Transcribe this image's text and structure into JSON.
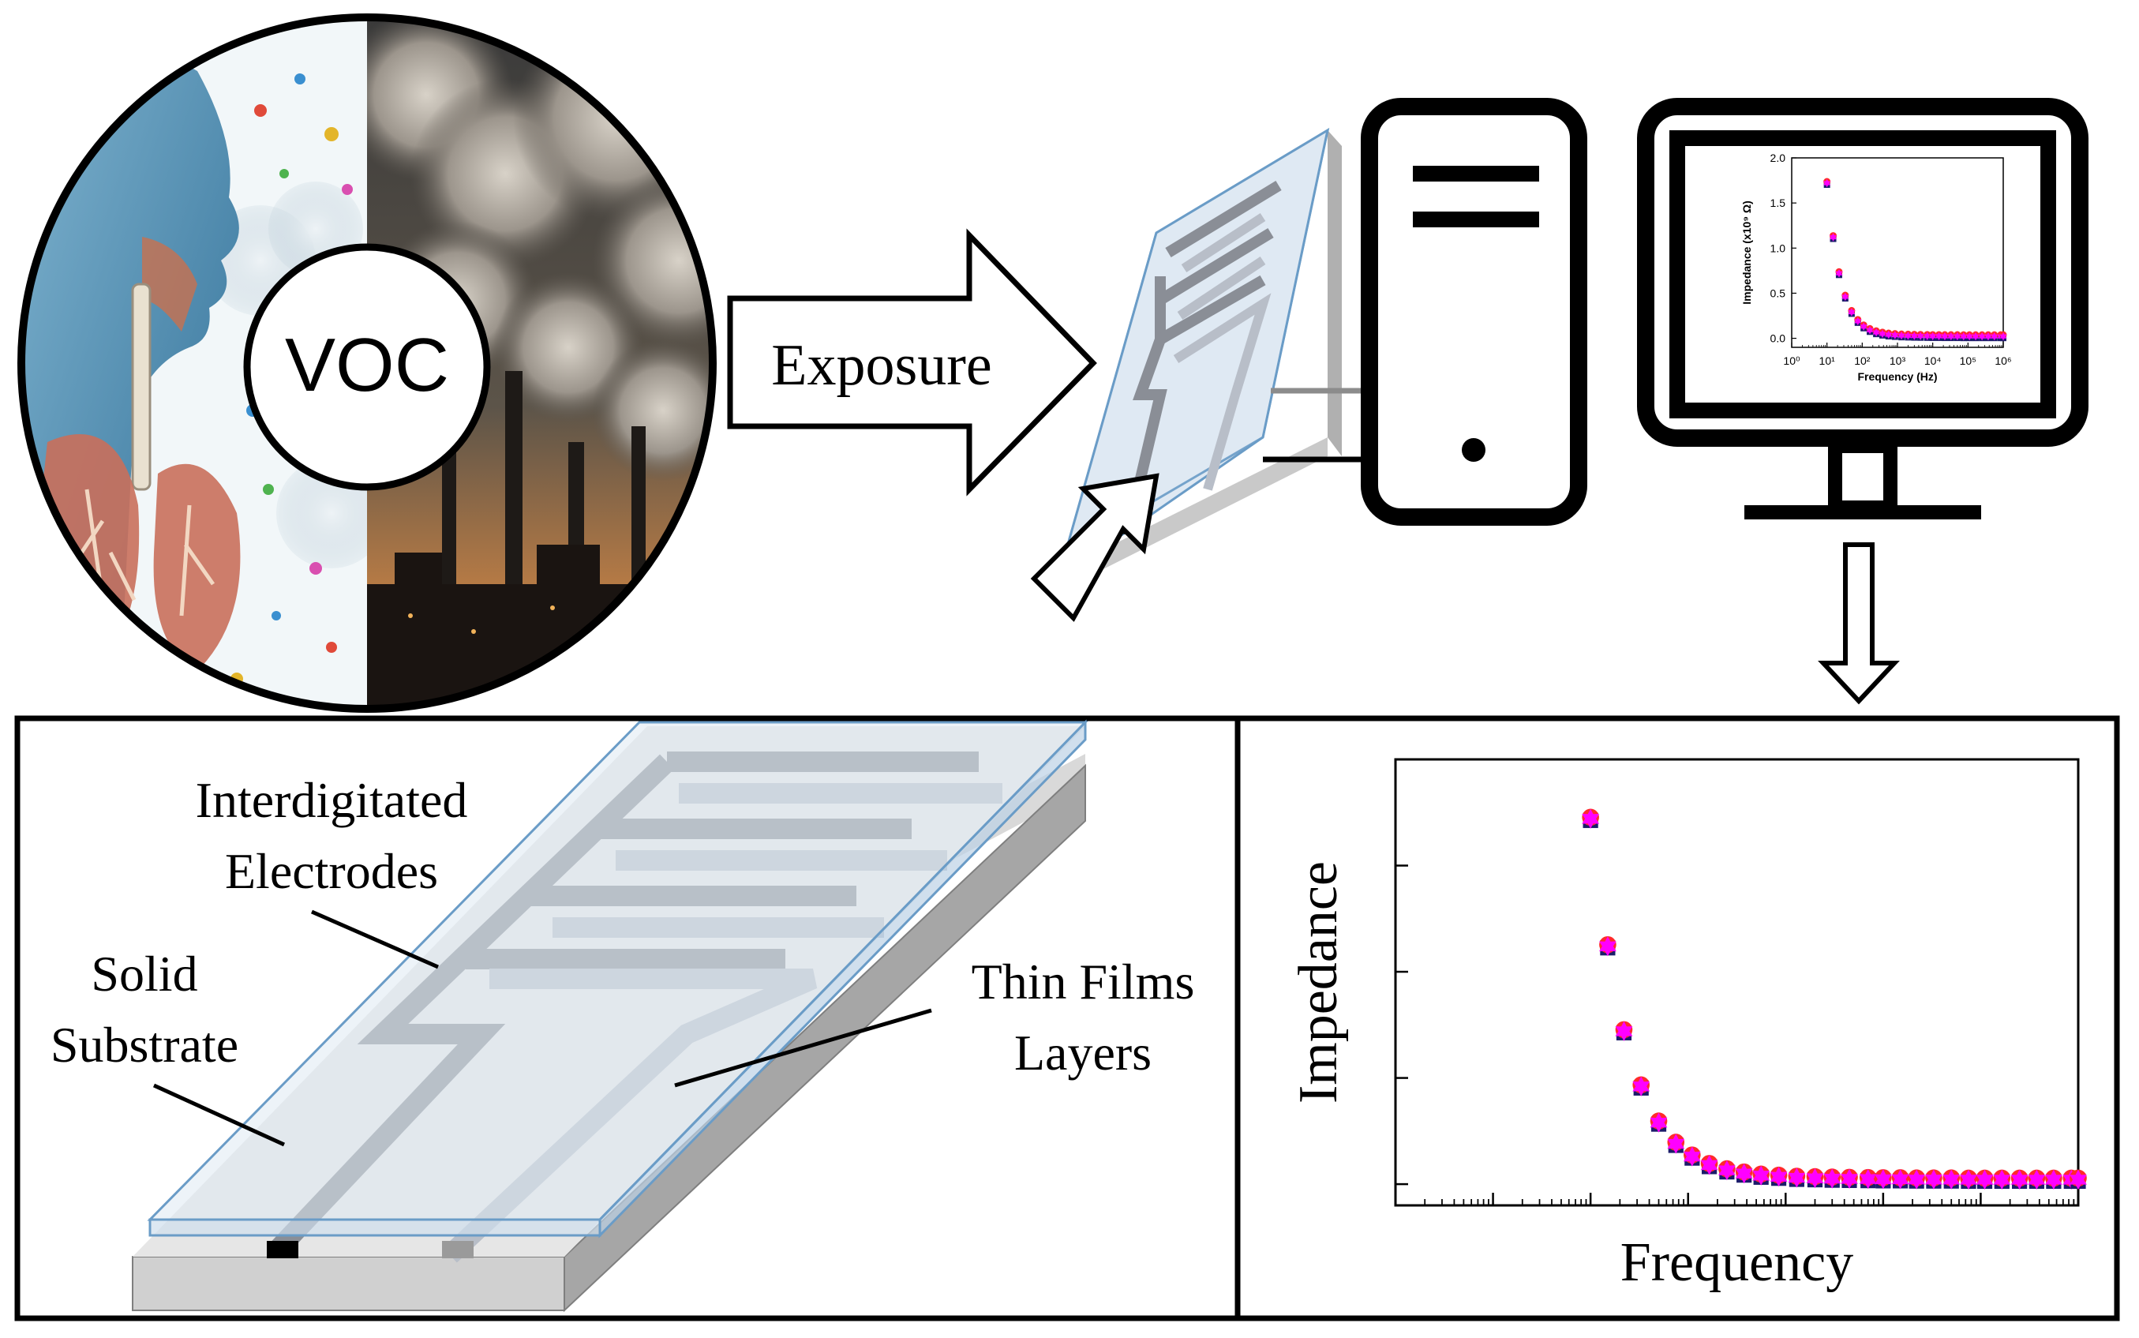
{
  "circle": {
    "center_label": "VOC"
  },
  "arrow_label": "Exposure",
  "sensor_labels": {
    "electrodes_line1": "Interdigitated",
    "electrodes_line2": "Electrodes",
    "substrate_line1": "Solid",
    "substrate_line2": "Substrate",
    "films_line1": "Thin Films",
    "films_line2": "Layers"
  },
  "colors": {
    "outline": "#000000",
    "glass": "#dfe9f3",
    "glass_edge": "#6a9cc7",
    "substrate_top": "#d9d9d9",
    "substrate_side": "#a6a6a6",
    "electrode_dark": "#8a8e96",
    "electrode_light": "#b8bec8",
    "marker_magenta": "#ff00ff",
    "marker_red": "#ff2a2a",
    "marker_navy": "#1c1c6b"
  },
  "chart_data": [
    {
      "type": "scatter",
      "title": "",
      "xlabel": "Frequency (Hz)",
      "ylabel": "Impedance (x10⁹ Ω)",
      "x_scale": "log",
      "xlim": [
        1,
        1000000
      ],
      "ylim": [
        -0.1,
        2.0
      ],
      "x_tick_labels": [
        "10⁰",
        "10¹",
        "10²",
        "10³",
        "10⁴",
        "10⁵",
        "10⁶"
      ],
      "y_tick_labels": [
        "0.0",
        "0.5",
        "1.0",
        "1.5",
        "2.0"
      ],
      "series": [
        {
          "x": [
            10,
            15,
            22,
            33,
            50,
            75,
            110,
            165,
            250,
            375,
            560,
            850,
            1300,
            2000,
            3000,
            4500,
            7000,
            10000,
            15000,
            22000,
            33000,
            50000,
            75000,
            110000,
            165000,
            250000,
            375000,
            560000,
            850000,
            1000000
          ],
          "values": [
            1.72,
            1.12,
            0.72,
            0.46,
            0.29,
            0.19,
            0.13,
            0.09,
            0.065,
            0.05,
            0.04,
            0.035,
            0.03,
            0.028,
            0.026,
            0.025,
            0.024,
            0.023,
            0.023,
            0.022,
            0.022,
            0.022,
            0.021,
            0.021,
            0.021,
            0.021,
            0.021,
            0.021,
            0.021,
            0.021
          ]
        }
      ]
    },
    {
      "type": "scatter",
      "title": "",
      "xlabel": "Frequency",
      "ylabel": "Impedance",
      "x_scale": "log",
      "xlim": [
        0.01,
        100000
      ],
      "ylim": [
        -0.1,
        2.0
      ],
      "series": [
        {
          "x": [
            1,
            1.5,
            2.2,
            3.3,
            5,
            7.5,
            11,
            16.5,
            25,
            37.5,
            56,
            85,
            130,
            200,
            300,
            450,
            700,
            1000,
            1500,
            2200,
            3300,
            5000,
            7500,
            11000,
            16500,
            25000,
            37500,
            56000,
            85000,
            100000
          ],
          "values": [
            1.72,
            1.12,
            0.72,
            0.46,
            0.29,
            0.19,
            0.13,
            0.09,
            0.065,
            0.05,
            0.04,
            0.035,
            0.03,
            0.028,
            0.026,
            0.025,
            0.024,
            0.023,
            0.023,
            0.022,
            0.022,
            0.022,
            0.021,
            0.021,
            0.021,
            0.021,
            0.021,
            0.021,
            0.021,
            0.021
          ]
        }
      ]
    }
  ]
}
